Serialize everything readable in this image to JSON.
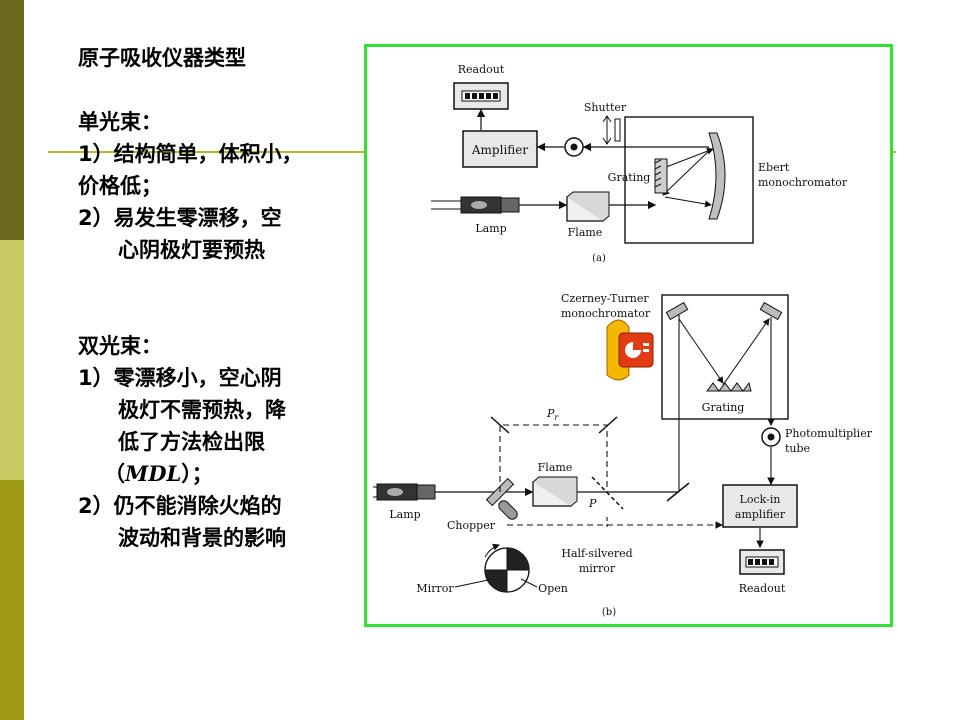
{
  "slide": {
    "title": "原子吸收仪器类型",
    "single_beam": {
      "heading": "单光束：",
      "point1_num": "1）",
      "point1_line1": "结构简单，体积小，",
      "point1_line2": "价格低；",
      "point2_num": "2）",
      "point2_line1": "易发生零漂移，空",
      "point2_line2": "心阴极灯要预热"
    },
    "double_beam": {
      "heading": "双光束：",
      "point1_num": "1）",
      "point1_line1": "零漂移小，空心阴",
      "point1_line2": "极灯不需预热，降",
      "point1_line3": "低了方法检出限",
      "point1_line4_open": "（",
      "point1_line4_em": "MDL",
      "point1_line4_close": "）；",
      "point2_num": "2）",
      "point2_line1": "仍不能消除火焰的",
      "point2_line2": "波动和背景的影响"
    }
  },
  "diagram": {
    "a": {
      "readout": "Readout",
      "shutter": "Shutter",
      "amplifier": "Amplifier",
      "grating": "Grating",
      "ebert_1": "Ebert",
      "ebert_2": "monochromator",
      "lamp": "Lamp",
      "flame": "Flame",
      "label": "(a)"
    },
    "b": {
      "czerney_1": "Czerney-Turner",
      "czerney_2": "monochromator",
      "grating": "Grating",
      "pmt_1": "Photomultiplier",
      "pmt_2": "tube",
      "pr": "P",
      "pr_sub": "r",
      "flame": "Flame",
      "p": "P",
      "lamp": "Lamp",
      "chopper": "Chopper",
      "lockin_1": "Lock-in",
      "lockin_2": "amplifier",
      "half_1": "Half-silvered",
      "half_2": "mirror",
      "readout": "Readout",
      "mirror": "Mirror",
      "open": "Open",
      "label": "(b)"
    }
  },
  "colors": {
    "bar_dark": "#6b6a1f",
    "bar_light": "#c8ca63",
    "bar_mid": "#9c9a12",
    "frame_green": "#33e333",
    "rule": "#b8b830"
  }
}
